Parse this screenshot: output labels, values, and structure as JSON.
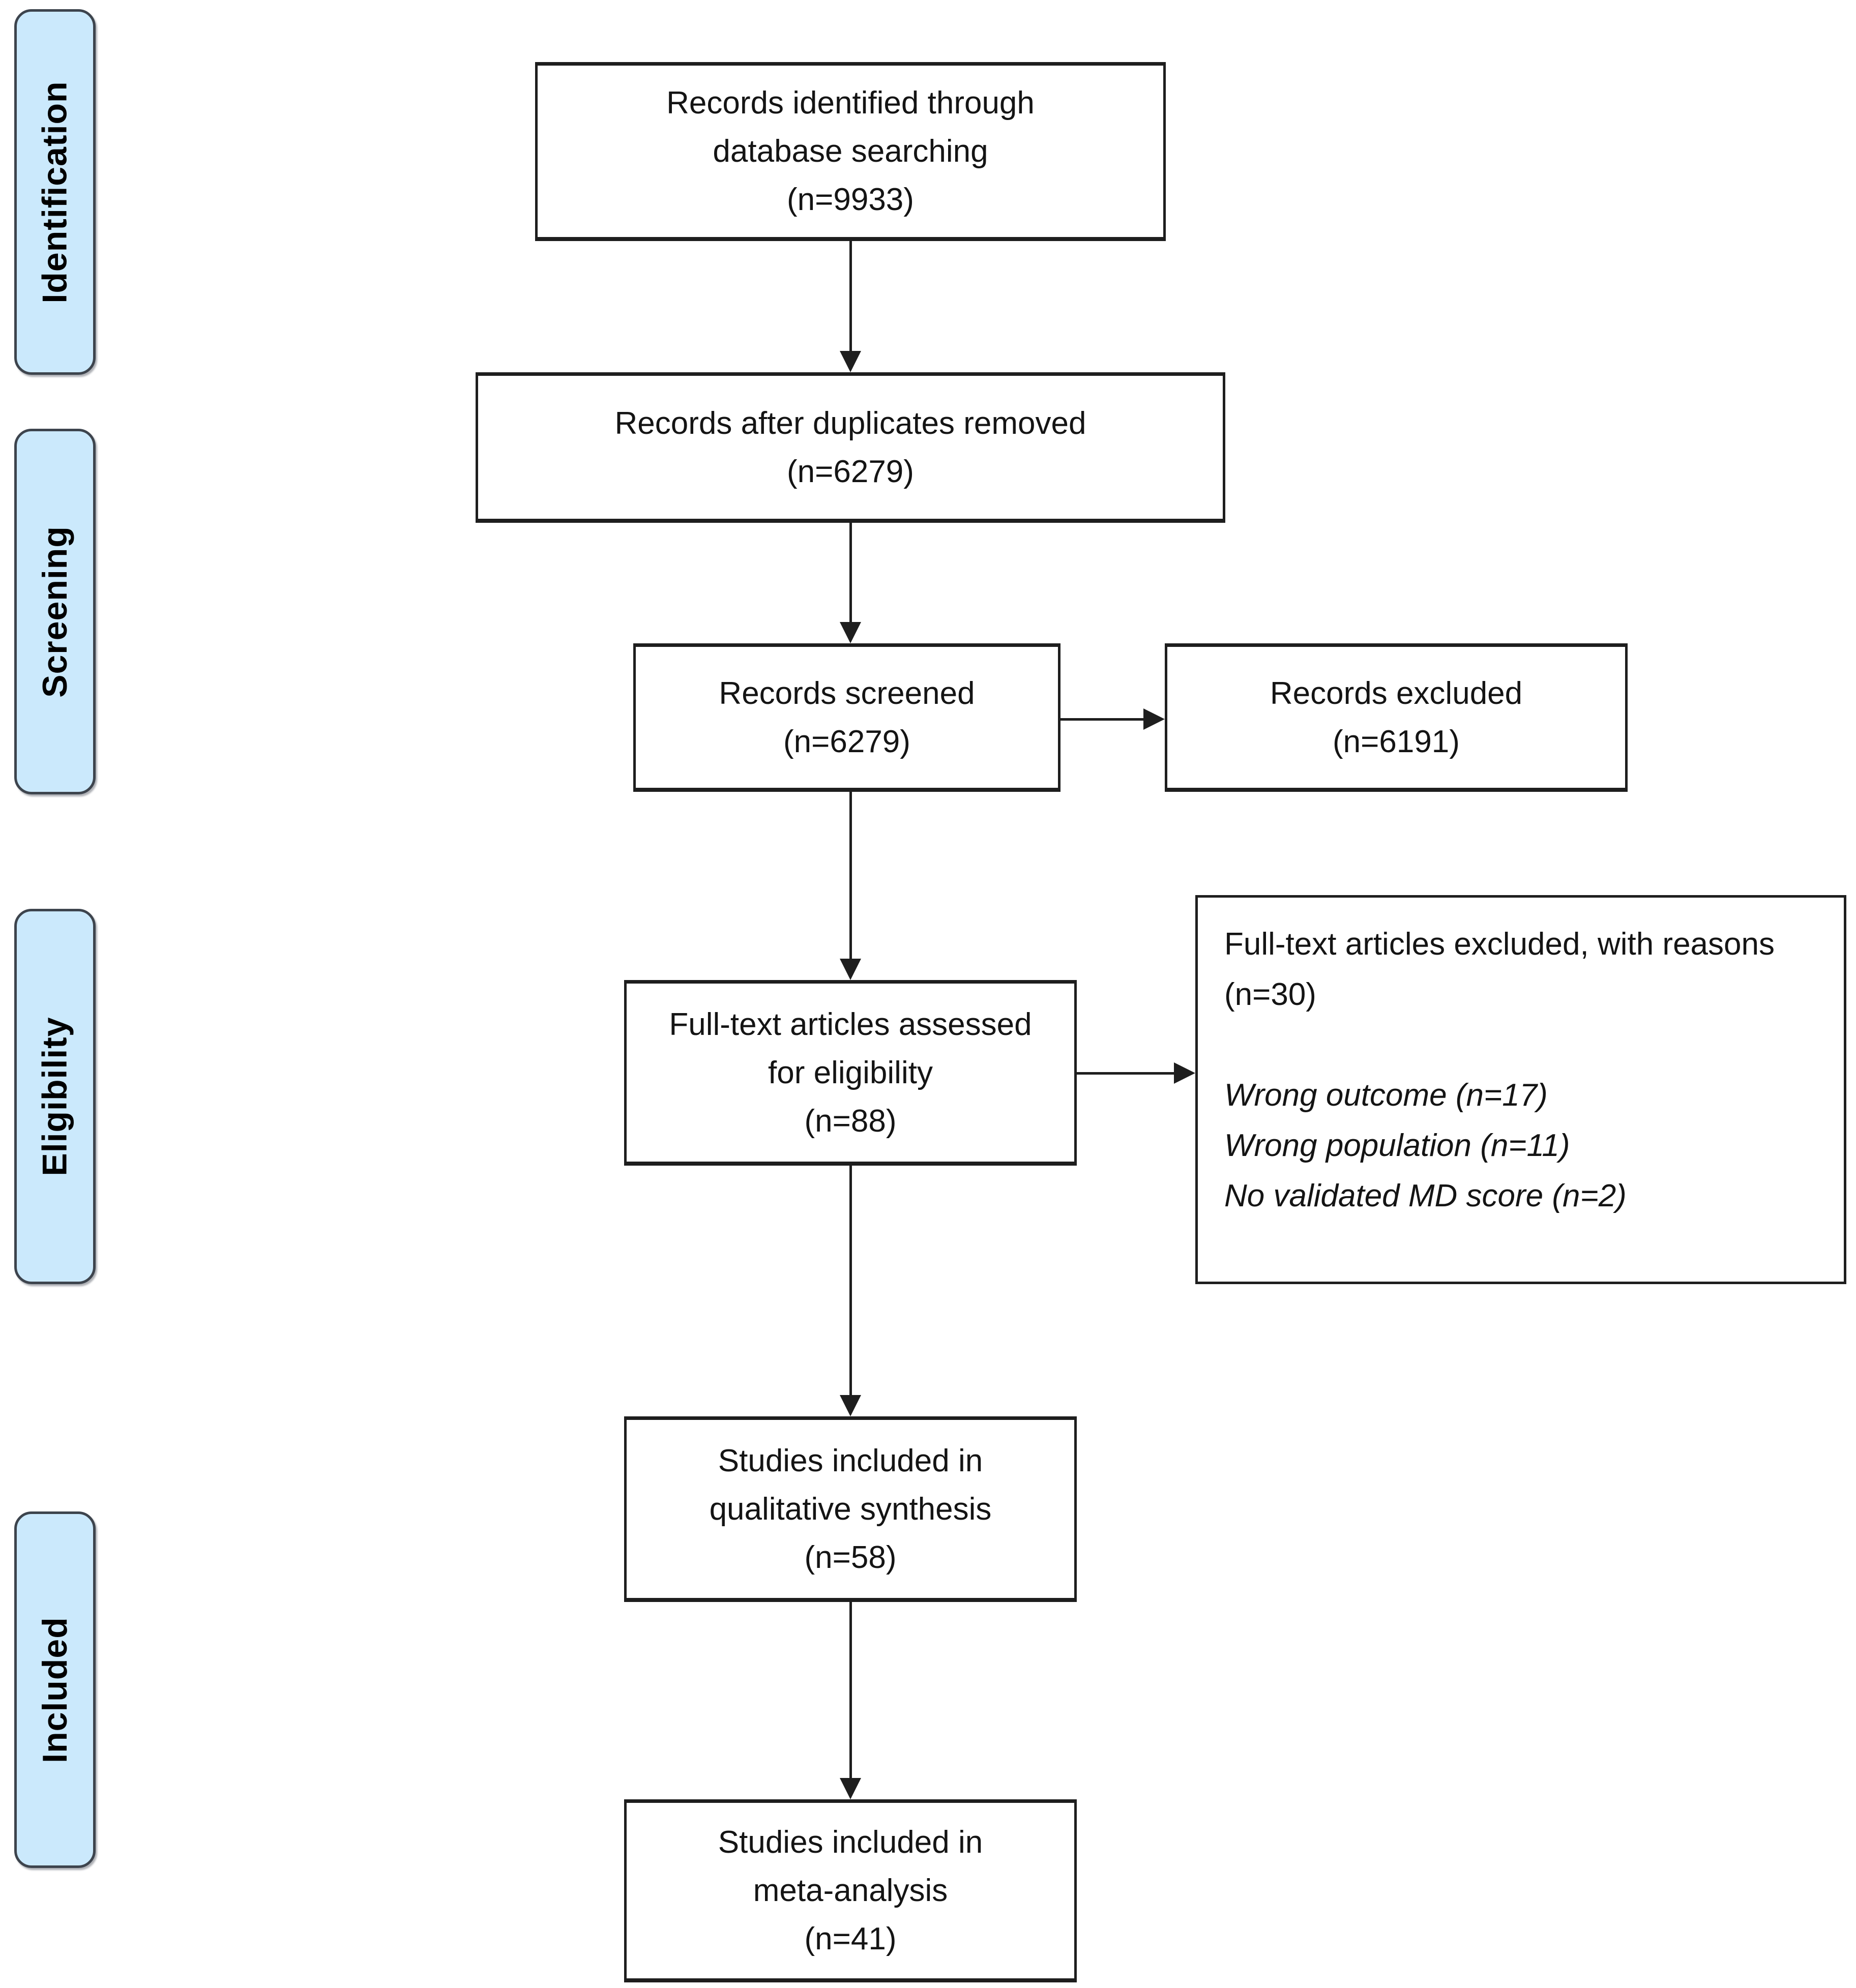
{
  "diagram_type": "prisma-flow-diagram",
  "stages": {
    "identification": "Identification",
    "screening": "Screening",
    "eligibility": "Eligibility",
    "included": "Included"
  },
  "boxes": {
    "identified": {
      "line1": "Records identified through",
      "line2": "database searching",
      "line3": "(n=9933)"
    },
    "duplicates_removed": {
      "line1": "Records after duplicates removed",
      "line2": "(n=6279)"
    },
    "screened": {
      "line1": "Records screened",
      "line2": "(n=6279)"
    },
    "records_excluded": {
      "line1": "Records excluded",
      "line2": "(n=6191)"
    },
    "fulltext_assessed": {
      "line1": "Full-text articles assessed",
      "line2": "for eligibility",
      "line3": "(n=88)"
    },
    "fulltext_excluded": {
      "title": "Full-text articles excluded, with reasons",
      "count": "(n=30)",
      "reasons": {
        "r1": "Wrong outcome (n=17)",
        "r2": "Wrong population (n=11)",
        "r3": "No validated MD score (n=2)"
      }
    },
    "qualitative_synthesis": {
      "line1": "Studies included in",
      "line2": "qualitative synthesis",
      "line3": "(n=58)"
    },
    "meta_analysis": {
      "line1": "Studies included in",
      "line2": "meta-analysis",
      "line3": "(n=41)"
    }
  },
  "colors": {
    "stage_fill": "#cbe9fc",
    "stage_border": "#3d444d",
    "box_fill": "#ffffff",
    "box_border": "#1e1e1e",
    "arrow": "#1e1e1e",
    "text": "#141414",
    "background": "#ffffff"
  }
}
